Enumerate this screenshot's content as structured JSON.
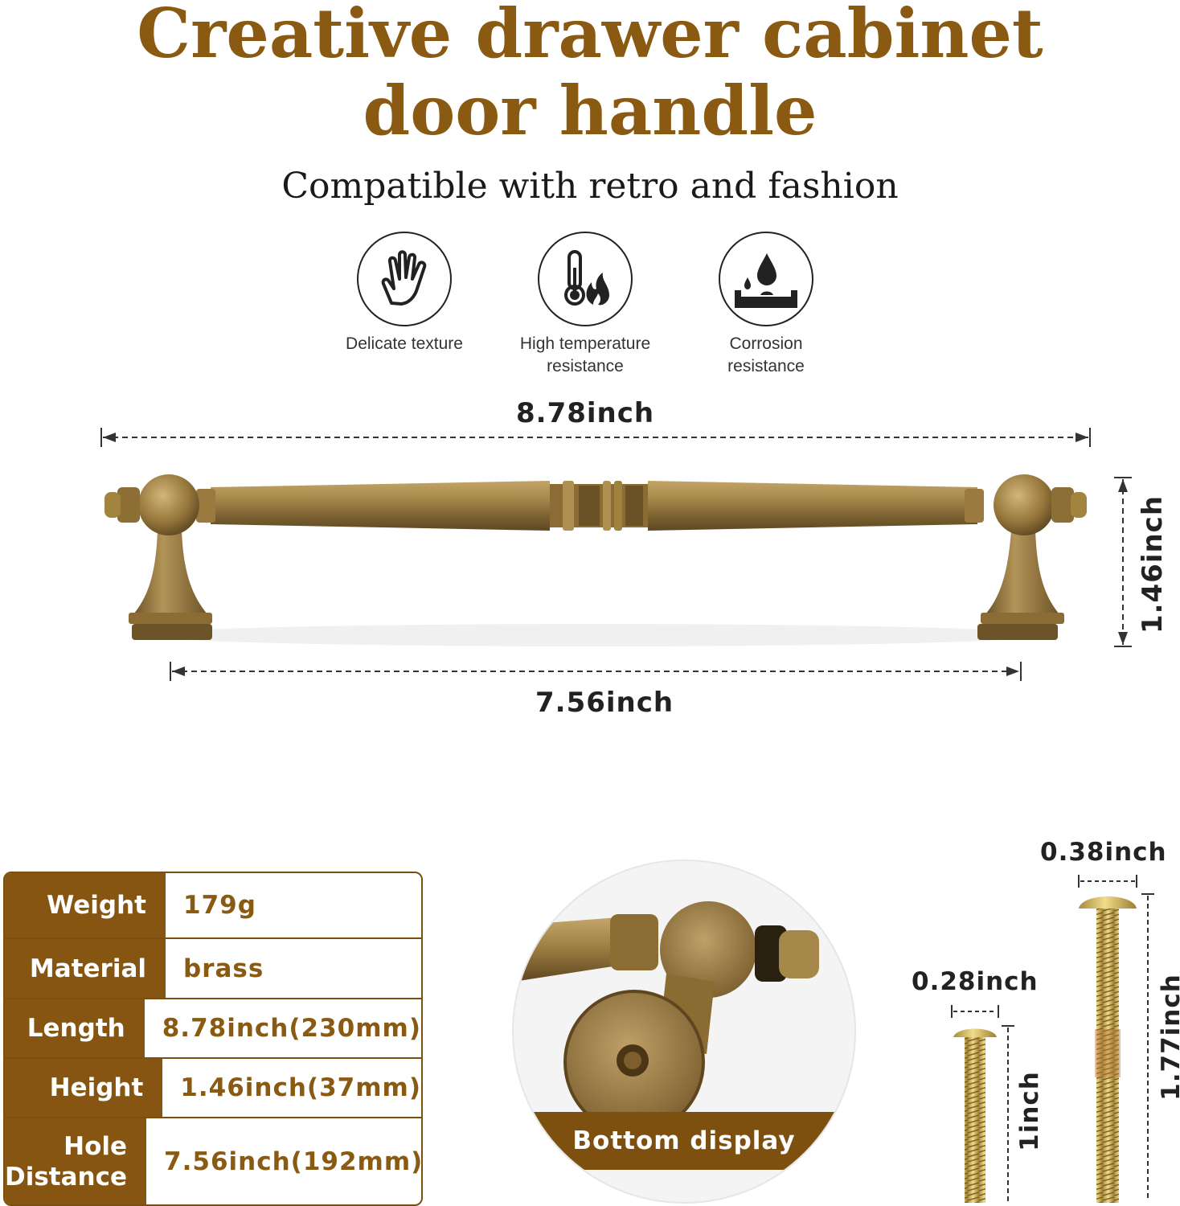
{
  "header": {
    "title_line1": "Creative drawer cabinet",
    "title_line2": "door handle",
    "subtitle": "Compatible with retro and fashion"
  },
  "features": [
    {
      "icon": "hand-icon",
      "label": "Delicate texture"
    },
    {
      "icon": "thermometer-flame-icon",
      "label": "High temperature\nresistance"
    },
    {
      "icon": "water-drop-icon",
      "label": "Corrosion\nresistance"
    }
  ],
  "dimensions": {
    "length": "8.78inch",
    "height": "1.46inch",
    "hole_distance": "7.56inch"
  },
  "specs": [
    {
      "key": "Weight",
      "value": "179g"
    },
    {
      "key": "Material",
      "value": "brass"
    },
    {
      "key": "Length",
      "value": "8.78inch(230mm)"
    },
    {
      "key": "Height",
      "value": "1.46inch(37mm)"
    },
    {
      "key": "Hole\nDistance",
      "value": "7.56inch(192mm)"
    }
  ],
  "bottom_display": {
    "label": "Bottom display"
  },
  "screws": {
    "short_width": "0.28inch",
    "short_length": "1inch",
    "long_width": "0.38inch",
    "long_length": "1.77inch"
  },
  "colors": {
    "accent": "#855511",
    "title": "#8a5a12",
    "brass": "#9c7c3c"
  }
}
